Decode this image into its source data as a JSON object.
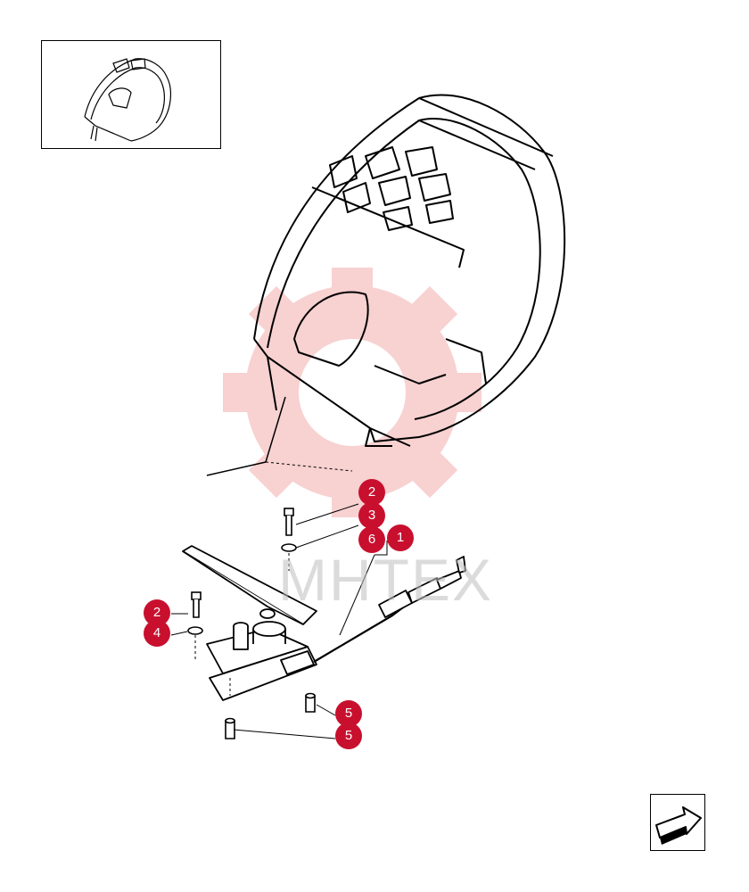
{
  "colors": {
    "callout": "#c8102e",
    "watermark": "#f7c6c6",
    "line": "#000000"
  },
  "watermark": {
    "text": "МНТЕХ"
  },
  "callouts": [
    {
      "label": "2"
    },
    {
      "label": "3"
    },
    {
      "label": "6"
    },
    {
      "label": "1"
    },
    {
      "label": "2"
    },
    {
      "label": "4"
    },
    {
      "label": "5"
    },
    {
      "label": "5"
    }
  ],
  "icons": {
    "thumbnail": "cab-overview-thumbnail",
    "nav": "next-page-arrow-icon"
  }
}
